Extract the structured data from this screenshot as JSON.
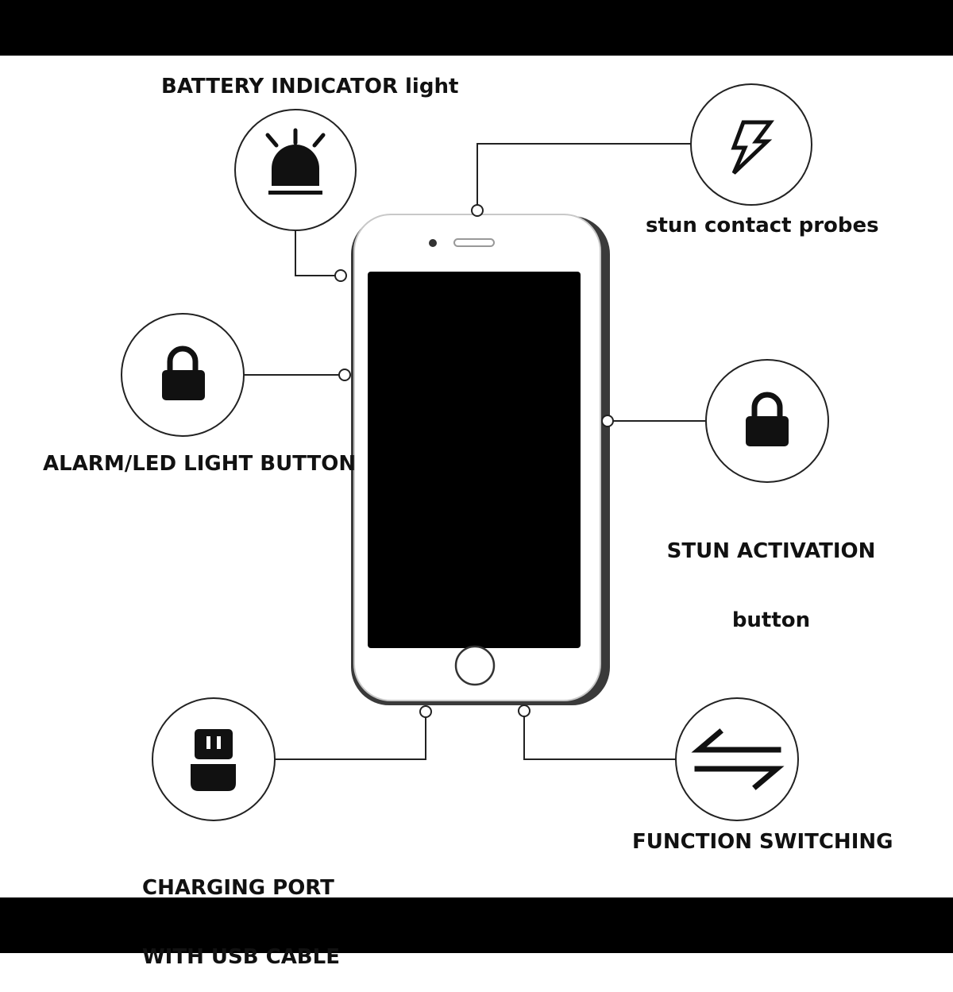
{
  "labels": {
    "battery_indicator": "BATTERY INDICATOR light",
    "stun_contact_probes": "stun contact probes",
    "alarm_led_button": "ALARM/LED LIGHT BUTTON",
    "stun_activation_line1": "STUN ACTIVATION",
    "stun_activation_line2": "button",
    "charging_port_line1": "CHARGING PORT",
    "charging_port_line2": "WITH USB CABLE",
    "function_switching": "FUNCTION SWITCHING"
  },
  "icons": {
    "battery_indicator": "alarm-siren-icon",
    "stun_contact_probes": "lightning-bolt-icon",
    "alarm_led_button": "padlock-icon",
    "stun_activation": "padlock-icon",
    "charging_port": "usb-plug-icon",
    "function_switching": "swap-arrows-icon"
  },
  "colors": {
    "ink": "#111111",
    "bars": "#000000",
    "phone_body": "#3a3a3a",
    "phone_face": "#ffffff",
    "screen": "#000000"
  }
}
